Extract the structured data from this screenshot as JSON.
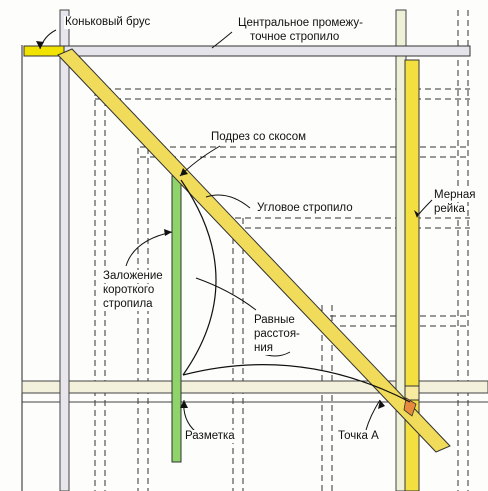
{
  "labels": {
    "ridge_beam": "Коньковый брус",
    "central_rafter_line1": "Центральное промежу-",
    "central_rafter_line2": "точное стропило",
    "bevel_cut": "Подрез со скосом",
    "hip_rafter": "Угловое стропило",
    "measuring_stick_line1": "Мерная",
    "measuring_stick_line2": "рейка",
    "short_rafter_run_line1": "Заложение",
    "short_rafter_run_line2": "короткого",
    "short_rafter_run_line3": "стропила",
    "equal_distances_line1": "Равные",
    "equal_distances_line2": "расстоя-",
    "equal_distances_line3": "ния",
    "marking": "Разметка",
    "point_a": "Точка А"
  },
  "colors": {
    "ridge_beam": "#f2e200",
    "central_rafter": "#e4e4ea",
    "hip_rafter": "#f0dc5a",
    "measuring_stick": "#f3e040",
    "short_rafter": "#8fd46a",
    "wall_plate": "#f3f1dc",
    "outline": "#333333"
  }
}
